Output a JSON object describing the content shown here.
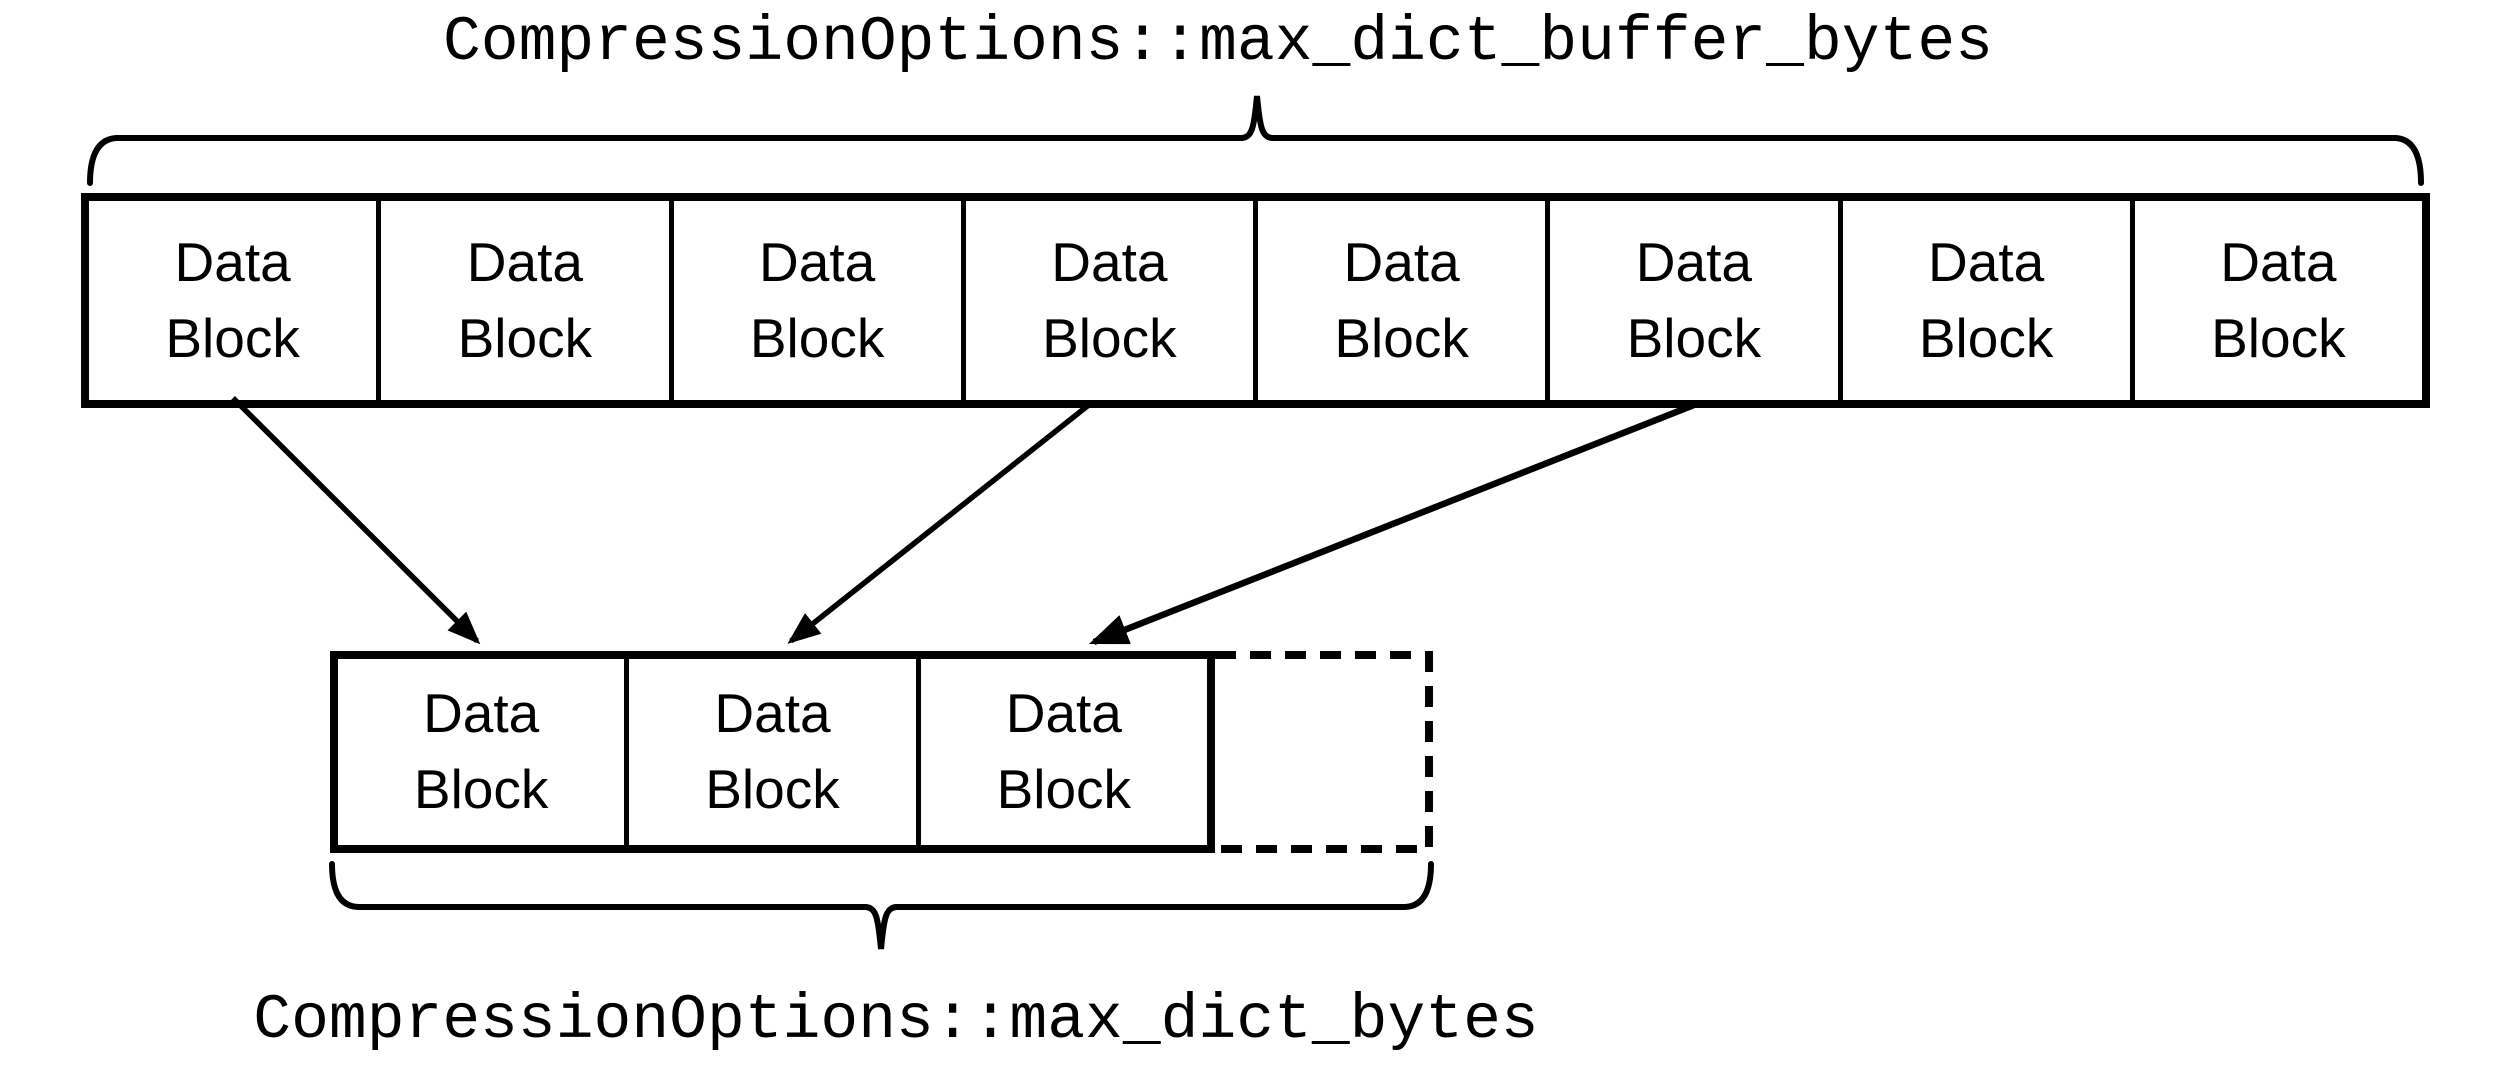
{
  "diagram": {
    "title_top": "CompressionOptions::max_dict_buffer_bytes",
    "title_bottom": "CompressionOptions::max_dict_bytes",
    "source_row": {
      "blocks": [
        "Data\nBlock",
        "Data\nBlock",
        "Data\nBlock",
        "Data\nBlock",
        "Data\nBlock",
        "Data\nBlock",
        "Data\nBlock",
        "Data\nBlock"
      ]
    },
    "dict_row": {
      "blocks": [
        "Data\nBlock",
        "Data\nBlock",
        "Data\nBlock"
      ],
      "pending_block": ""
    },
    "colors": {
      "ink": "#000000",
      "background": "#ffffff"
    }
  }
}
